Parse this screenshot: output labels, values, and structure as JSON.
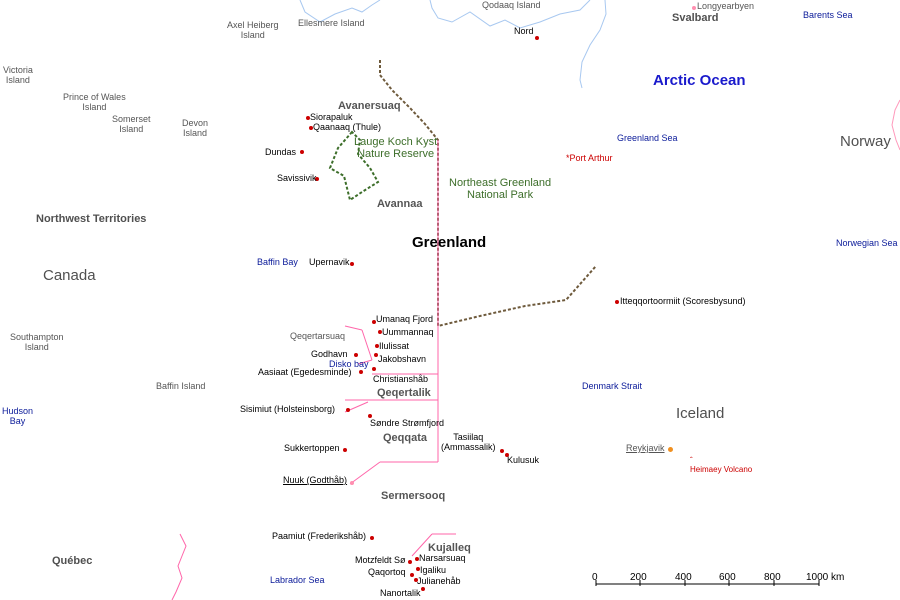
{
  "countries": {
    "greenland": "Greenland",
    "canada": "Canada",
    "iceland": "Iceland",
    "norway": "Norway",
    "svalbard": "Svalbard",
    "quebec": "Québec",
    "northwest_territories": "Northwest Territories"
  },
  "oceans": {
    "arctic": "Arctic Ocean",
    "greenland_sea": "Greenland Sea",
    "barents_sea": "Barents Sea",
    "norwegian_sea": "Norwegian Sea",
    "baffin_bay": "Baffin Bay",
    "disko_bay": "Disko bay",
    "denmark_strait": "Denmark Strait",
    "hudson_bay_line1": "Hudson",
    "hudson_bay_line2": "Bay",
    "labrador_sea": "Labrador Sea"
  },
  "islands": {
    "axel_heiberg_1": "Axel Heiberg",
    "axel_heiberg_2": "Island",
    "ellesmere": "Ellesmere Island",
    "victoria_1": "Victoria",
    "victoria_2": "Island",
    "prince_of_wales_1": "Prince of Wales",
    "prince_of_wales_2": "Island",
    "somerset_1": "Somerset",
    "somerset_2": "Island",
    "devon_1": "Devon",
    "devon_2": "Island",
    "southampton_1": "Southampton",
    "southampton_2": "Island",
    "baffin": "Baffin Island",
    "qodaaq": "Qodaaq Island"
  },
  "municipalities": {
    "avanersuaq": "Avanersuaq",
    "avannaa": "Avannaa",
    "qeqertalik": "Qeqertalik",
    "qeqqata": "Qeqqata",
    "sermersooq": "Sermersooq",
    "kujalleq": "Kujalleq",
    "qeqertarsuaq": "Qeqertarsuaq"
  },
  "parks": {
    "lauge_koch_1": "Lauge Koch Kyst",
    "lauge_koch_2": "Nature Reserve",
    "northeast_1": "Northeast Greenland",
    "northeast_2": "National Park"
  },
  "towns": {
    "nord": "Nord",
    "longyearbyen": "Longyearbyen",
    "siorapaluk": "Siorapaluk",
    "qaanaaq": "Qaanaaq (Thule)",
    "dundas": "Dundas",
    "savissivik": "Savissivik",
    "upernavik": "Upernavik",
    "umanaq_fjord": "Umanaq Fjord",
    "uummannaq": "Uummannaq",
    "ilulissat": "Ilulissat",
    "jakobshavn": "Jakobshavn",
    "godhavn": "Godhavn",
    "aasiaat": "Aasiaat (Egedesminde)",
    "christianshab": "Christianshåb",
    "sisimiut": "Sisimiut (Holsteinsborg)",
    "sondre": "Søndre Strømfjord",
    "sukkertoppen": "Sukkertoppen",
    "nuuk": "Nuuk (Godthåb)",
    "tasiilaq_1": "Tasiilaq",
    "tasiilaq_2": "(Ammassalik)",
    "kulusuk": "Kulusuk",
    "ittoqqortoormiit": "Itteqqortoormiit (Scoresbysund)",
    "paamiut": "Paamiut (Frederikshåb)",
    "motzfeldt": "Motzfeldt Sø",
    "narsarsuaq": "Narsarsuaq",
    "igaliku": "Igaliku",
    "qaqortoq": "Qaqortoq",
    "julianehab": "Julianehåb",
    "nanortalik": "Nanortalik",
    "reykjavik": "Reykjavik",
    "port_arthur": "Port Arthur",
    "heimaey": "Heimaey Volcano"
  },
  "scale": {
    "ticks": [
      "0",
      "200",
      "400",
      "600",
      "800",
      "1000 km"
    ]
  },
  "colors": {
    "coast": "#a8c8f0",
    "border_pink": "#ff66aa",
    "park_green": "#3d6e2a",
    "red": "#cc0000"
  }
}
